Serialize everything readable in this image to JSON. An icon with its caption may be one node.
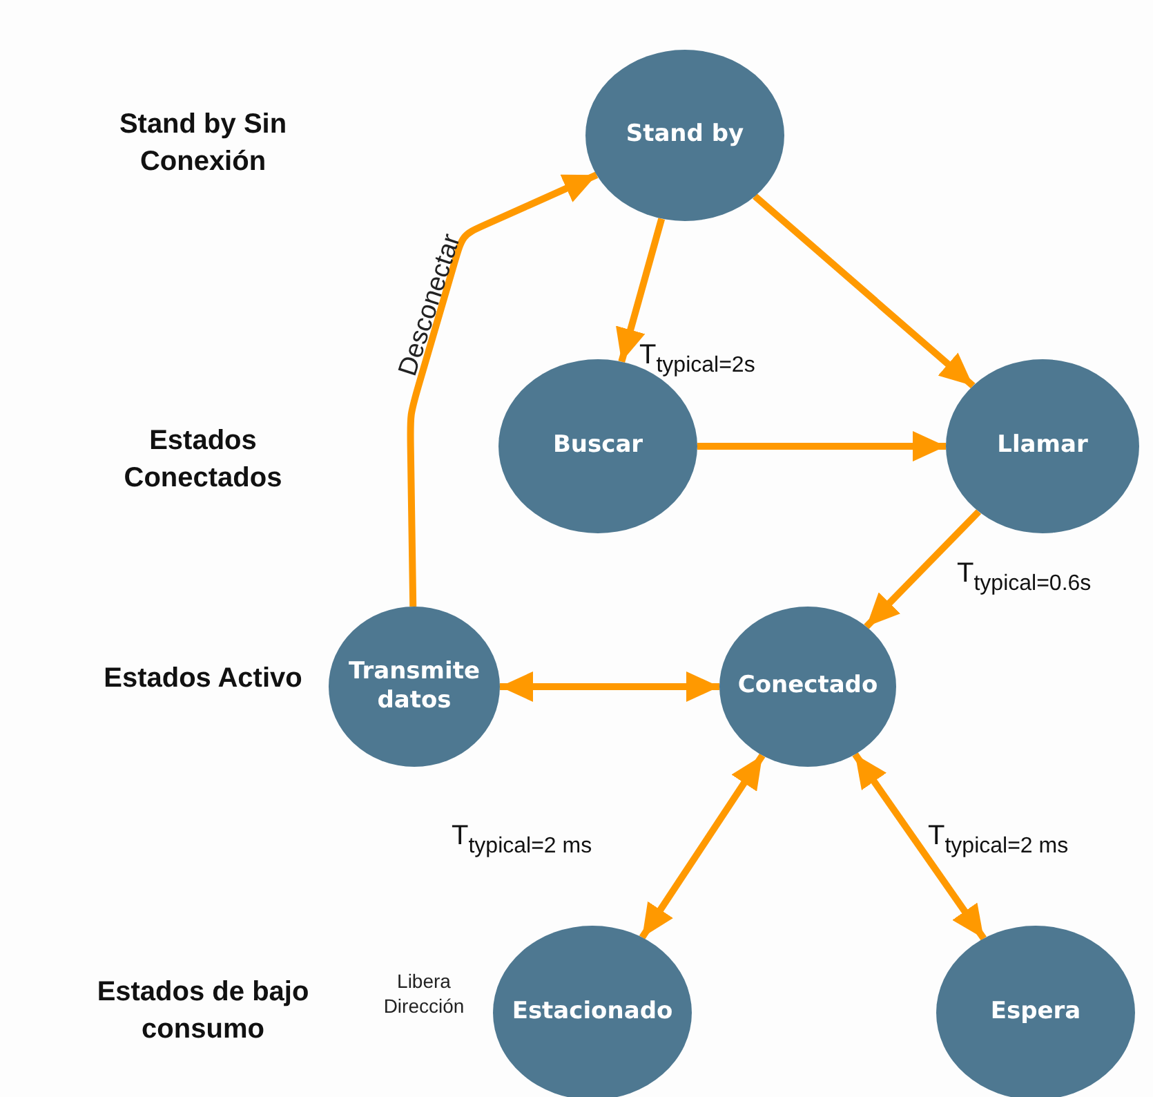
{
  "diagram": {
    "nodes": [
      {
        "text": [
          "Stand by"
        ]
      },
      {
        "text": [
          "Buscar"
        ]
      },
      {
        "text": [
          "Llamar"
        ]
      },
      {
        "text": [
          "Transmite datos"
        ]
      },
      {
        "text": [
          "Conectado"
        ]
      },
      {
        "text": [
          "Estacionado"
        ],
        "beside": [
          "Libera Dirección"
        ]
      },
      {
        "text": [
          "Espera"
        ]
      }
    ],
    "edges": [
      {
        "from": 0,
        "to": 1,
        "arrow": "to"
      },
      {
        "from": 0,
        "to": 2,
        "arrow": "to"
      },
      {
        "from": 1,
        "to": 2,
        "arrow": "to"
      },
      {
        "from": 2,
        "to": 4,
        "arrow": "to"
      },
      {
        "from": 3,
        "to": 4,
        "arrow": "both"
      },
      {
        "from": 3,
        "to": 0,
        "arrow": "to",
        "label": "Desconectar"
      },
      {
        "from": 4,
        "to": 5,
        "arrow": "both"
      },
      {
        "from": 4,
        "to": 6,
        "arrow": "both"
      }
    ],
    "labels": [
      "Stand by Sin Conexión",
      "T$_{typical=2s}$",
      "Estados Conectados",
      "T$_{typical=0.6s}$",
      "Estados Activo",
      "T$_{typical=2 ms}$",
      "T$_{typical=2 ms}$",
      "Estados de bajo consumo"
    ]
  }
}
